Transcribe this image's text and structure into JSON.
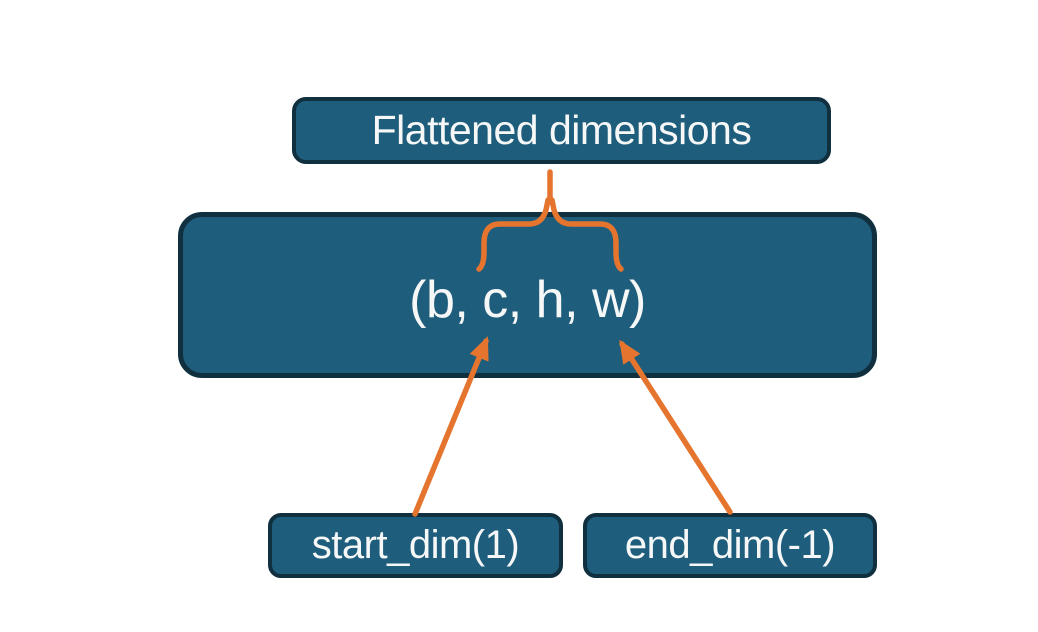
{
  "colors": {
    "background": "#ffffff",
    "box_fill": "#1e5d7c",
    "box_border": "#11303f",
    "accent": "#e5752e",
    "text_color": "#f6f8f8"
  },
  "nodes": {
    "flattened": {
      "label": "Flattened dimensions"
    },
    "tensor": {
      "label": "(b, c, h, w)"
    },
    "start_dim": {
      "label": "start_dim(1)"
    },
    "end_dim": {
      "label": "end_dim(-1)"
    }
  },
  "edges": [
    {
      "from": "flattened",
      "to": "tensor",
      "type": "brace",
      "spans": "c through w"
    },
    {
      "from": "start_dim",
      "to": "tensor",
      "type": "arrow",
      "points_at": "c"
    },
    {
      "from": "end_dim",
      "to": "tensor",
      "type": "arrow",
      "points_at": "w"
    }
  ]
}
